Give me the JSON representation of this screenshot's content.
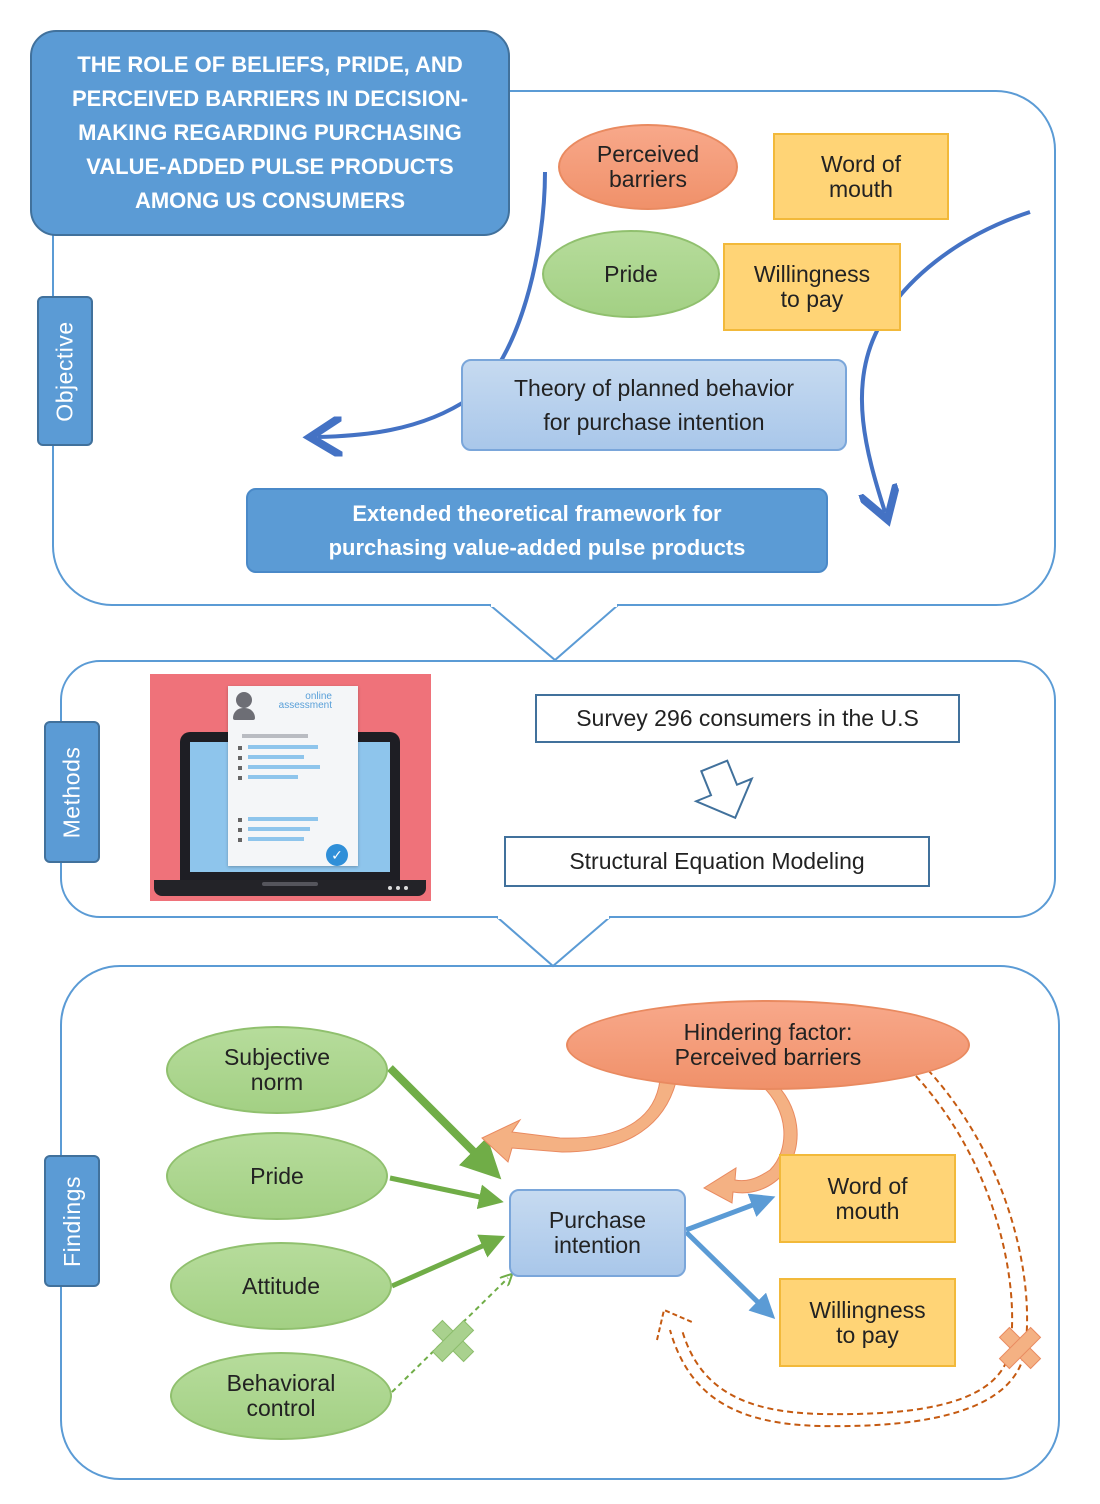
{
  "title": "THE ROLE OF BELIEFS, PRIDE, AND PERCEIVED BARRIERS IN DECISION-MAKING REGARDING PURCHASING VALUE-ADDED PULSE PRODUCTS AMONG US CONSUMERS",
  "objective": {
    "tab_label": "Objective",
    "perceived_barriers": "Perceived\nbarriers",
    "pride": "Pride",
    "word_of_mouth": "Word of\nmouth",
    "willingness_to_pay": "Willingness\nto pay",
    "tpb": "Theory of planned behavior\nfor purchase intention",
    "extended": "Extended theoretical framework for\npurchasing value-added pulse products"
  },
  "methods": {
    "tab_label": "Methods",
    "illustration_text": "online\nassessment",
    "survey": "Survey 296 consumers in the U.S",
    "sem": "Structural Equation Modeling"
  },
  "findings": {
    "tab_label": "Findings",
    "hindering": "Hindering factor:\nPerceived  barriers",
    "subjective_norm": "Subjective\nnorm",
    "pride": "Pride",
    "attitude": "Attitude",
    "behavioral_control": "Behavioral\ncontrol",
    "purchase_intention": "Purchase\nintention",
    "word_of_mouth": "Word of\nmouth",
    "willingness_to_pay": "Willingness\nto pay"
  },
  "colors": {
    "panel_border": "#5b9bd5",
    "orange": "#f0916a",
    "green": "#a3d084",
    "yellow": "#ffd476",
    "blue_dark": "#5b9bd5",
    "arrow_blue": "#4472c4",
    "arrow_green": "#70ad47",
    "brown_dashed": "#c55a11"
  }
}
